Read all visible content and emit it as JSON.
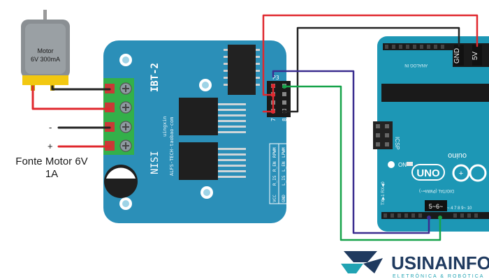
{
  "motor": {
    "title": "Motor",
    "spec": "6V 300mA"
  },
  "supply": {
    "minus": "-",
    "plus": "+",
    "label_line1": "Fonte Motor 6V",
    "label_line2": "1A"
  },
  "driver": {
    "model": "IBT-2",
    "brand": "NISI",
    "vendor_top": "uingxin",
    "vendor_site": "ALFS-TECH-taobao-com",
    "header_pin_top": "P3",
    "header_pin_mid": "7",
    "header_pin_right": "8",
    "pin_table": [
      [
        "VCC",
        "R_IS",
        "R_EN",
        "RPWM"
      ],
      [
        "GND",
        "L_IS",
        "L_EN",
        "LPWM"
      ]
    ]
  },
  "arduino": {
    "analog_in_label": "ANALOG IN",
    "gnd_label": "GND",
    "v5_label": "5V",
    "icsp_label": "ICSP",
    "on_label": "ON",
    "uno_label": "UNO",
    "brand_fragment": "ouino",
    "digital_label": "DIGITAL (PWM=~)",
    "txrx_label": "TX▶1  RX◀0",
    "pins_label": "5~6~",
    "pins_side": "~ 4    7  8  9~ 10"
  },
  "watermark": {
    "name": "USINAINFO",
    "tagline": "ELETRÔNICA & ROBÓTICA"
  },
  "colors": {
    "board_blue": "#2b8fb8",
    "arduino_teal": "#1d97b5",
    "wire_red": "#e0282e",
    "wire_black": "#222222",
    "wire_blue": "#3a2d8f",
    "wire_green": "#16a34a",
    "brand_navy": "#1f3a5f",
    "brand_teal": "#21a3b3"
  }
}
